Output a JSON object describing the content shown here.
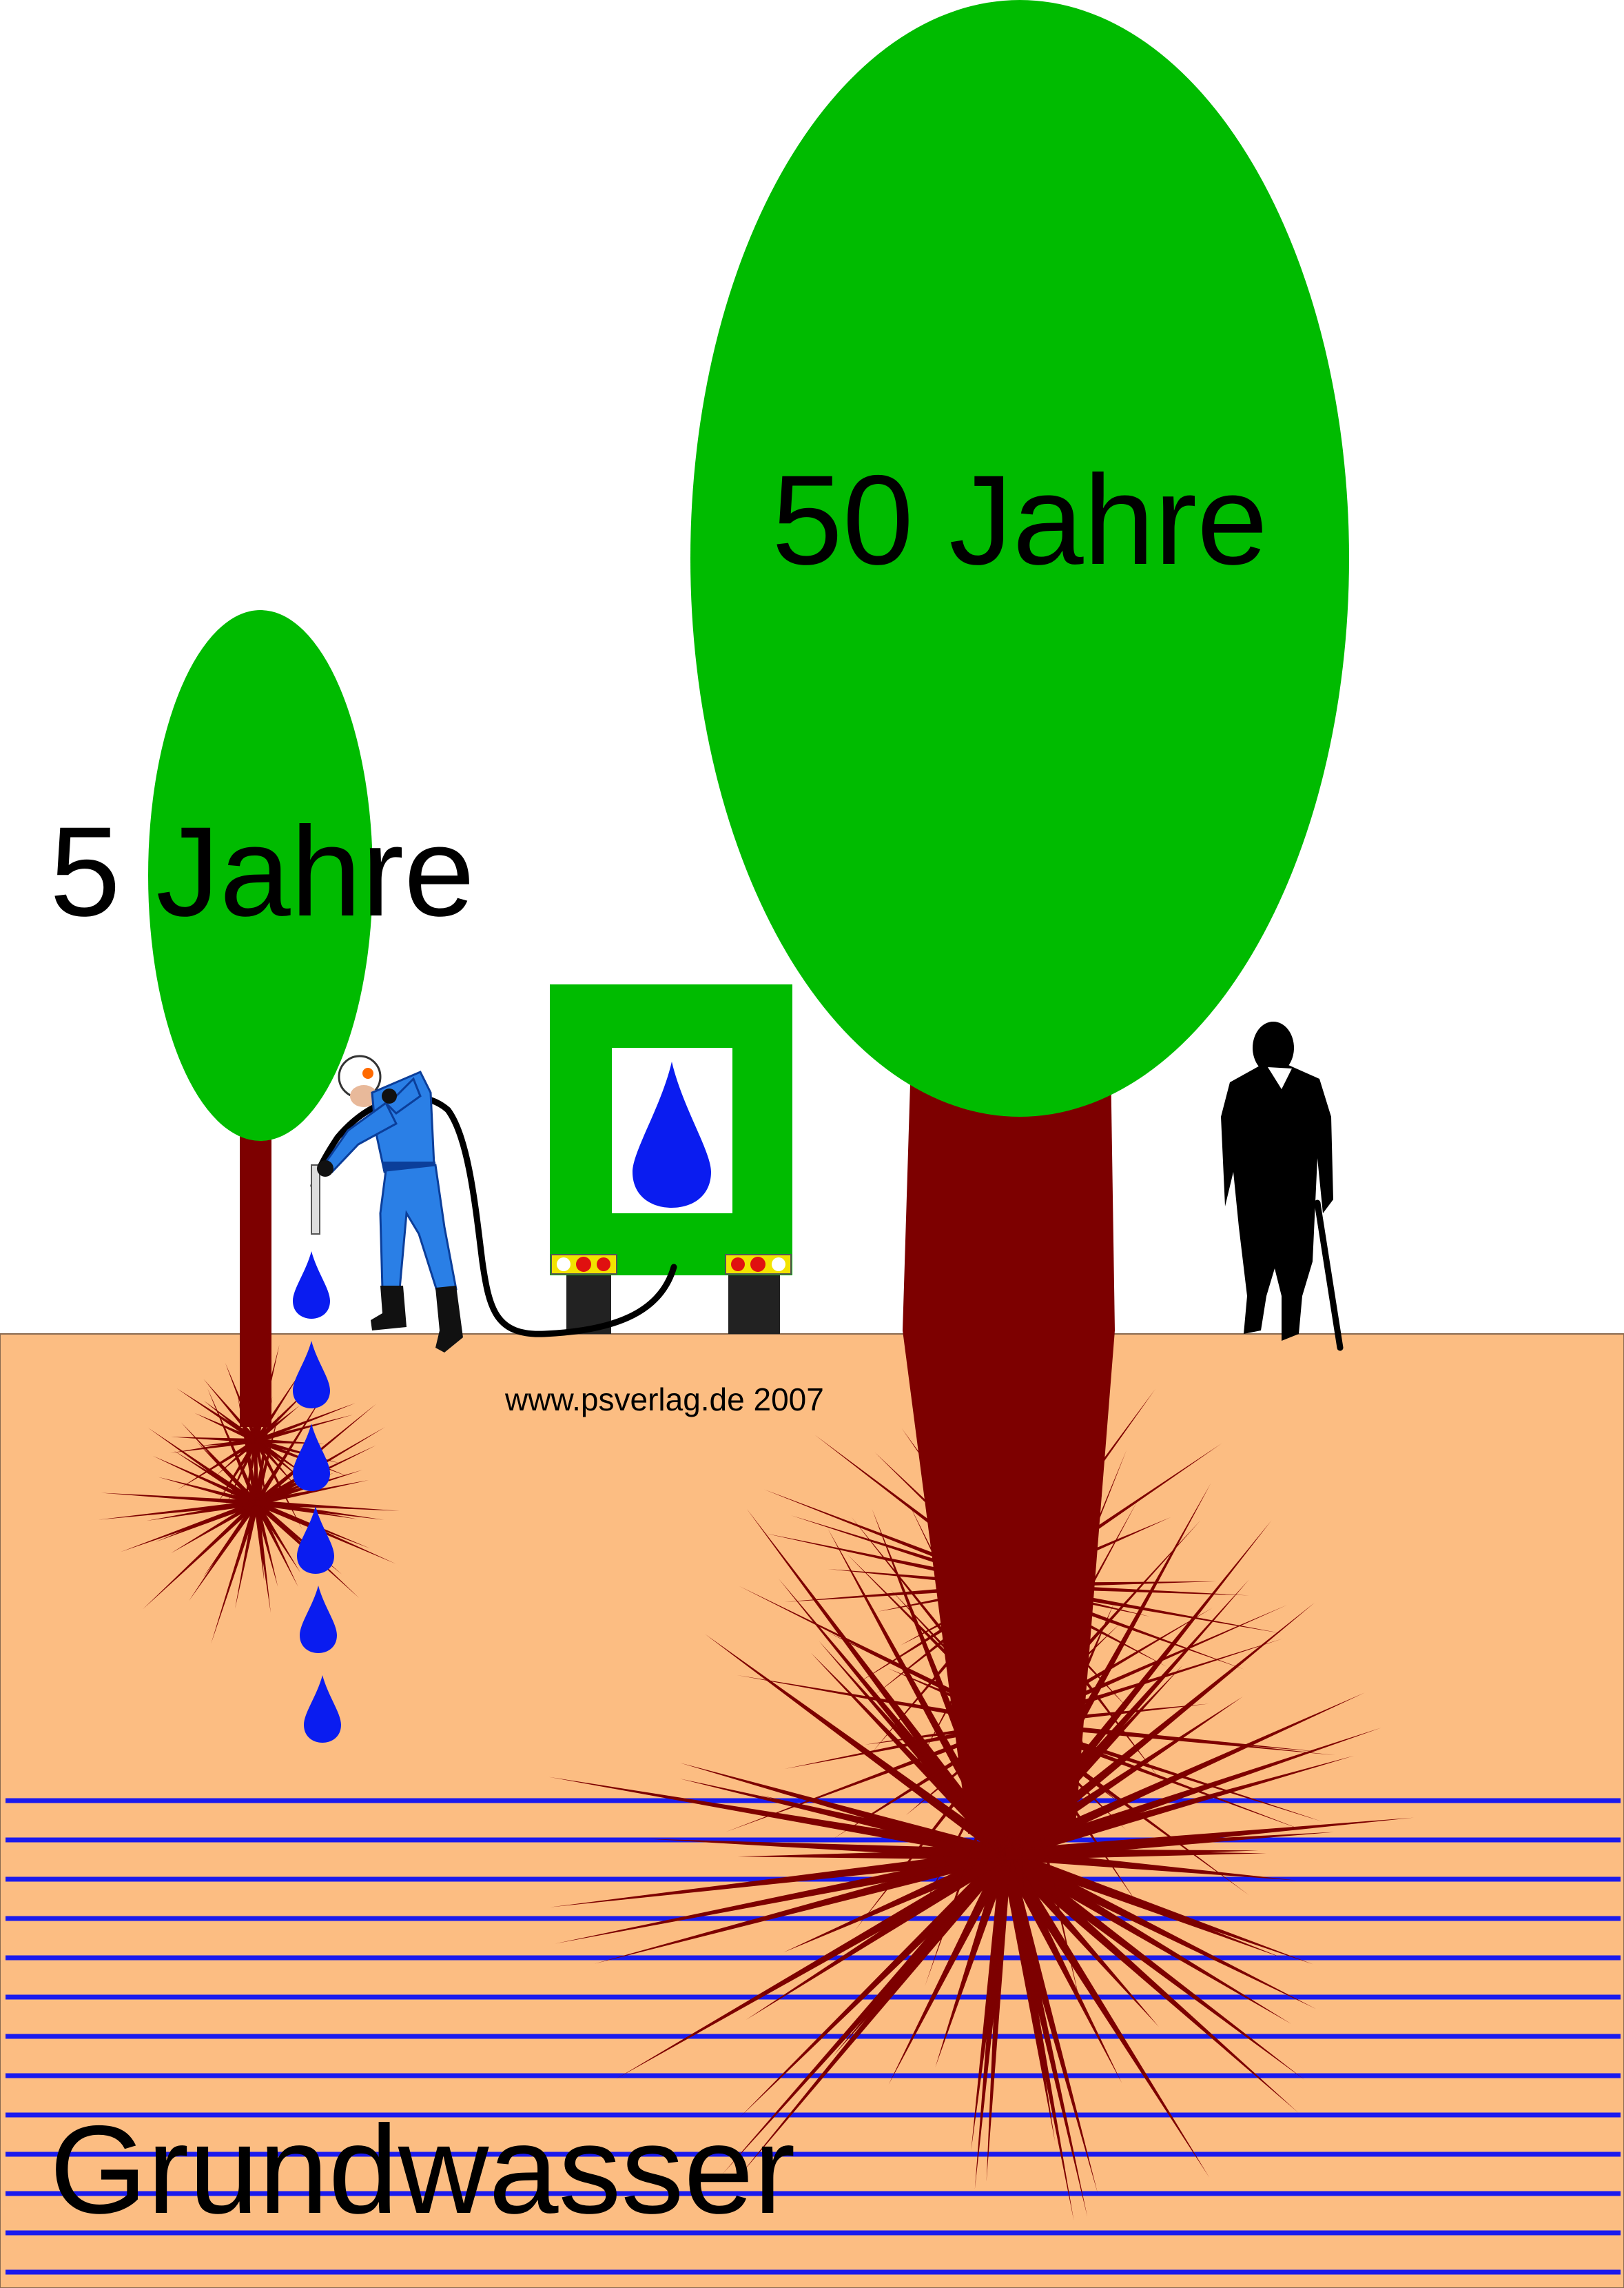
{
  "labels": {
    "young_tree": "5 Jahre",
    "old_tree": "50 Jahre",
    "groundwater": "Grundwasser",
    "credit": "www.psverlag.de 2007"
  },
  "colors": {
    "sky": "#ffffff",
    "soil": "#fcbd82",
    "crown": "#00bb00",
    "trunk": "#7d0000",
    "root": "#7d0000",
    "water_line": "#1a1aee",
    "drop": "#0a1cf0",
    "truck_body": "#00bb00",
    "truck_wheel": "#222222",
    "silhouette": "#000000",
    "worker_suit": "#2a7fe6"
  },
  "icons": {
    "worker": "worker-watering-icon",
    "truck": "water-tank-truck-icon",
    "elder": "elderly-man-with-cane-icon",
    "drop": "water-drop-icon"
  }
}
